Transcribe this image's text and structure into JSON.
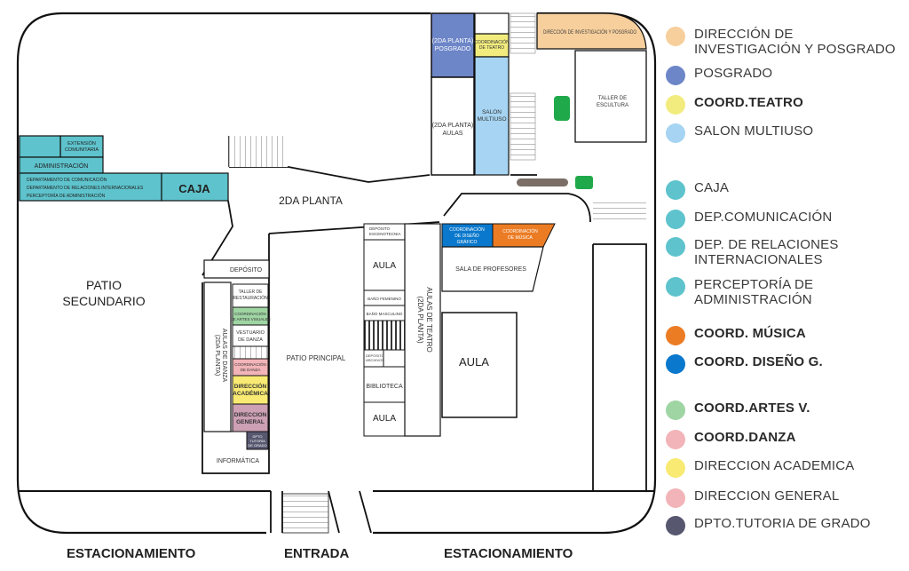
{
  "colors": {
    "investigacion": "#f7cf9c",
    "posgrado": "#6d86c8",
    "teatro": "#f2ec7e",
    "multiuso": "#a6d4f2",
    "teal": "#5ec3cc",
    "musica": "#ec7c24",
    "diseno": "#0a78cc",
    "artes": "#9fd5a3",
    "danza": "#f2b4b8",
    "academica": "#f8ea72",
    "general": "#cda0b4",
    "tutoria": "#575870",
    "green": "#1fa94a",
    "stand": "#7a6e66"
  },
  "map": {
    "direccion_investigacion": "DIRECCIÓN DE INVESTIGACIÓN Y POSGRADO",
    "posgrado_title": "(2DA PLANTA)",
    "posgrado_sub": "POSGRADO",
    "coord_teatro_1": "COORDINACIÓN",
    "coord_teatro_2": "DE TEATRO",
    "salon_1": "SALON",
    "salon_2": "MULTIUSO",
    "aulas_2da_1": "(2DA PLANTA)",
    "aulas_2da_2": "AULAS",
    "taller_escultura_1": "TALLER DE",
    "taller_escultura_2": "ESCULTURA",
    "extension_1": "EXTENSIÓN",
    "extension_2": "COMUNITARIA",
    "administracion": "ADMINISTRACIÓN",
    "depto_comunicacion": "DEPARTAMENTO DE COMUNICACIÓN",
    "depto_relaciones": "DEPARTAMENTO DE RELACIONES INTERNACIONALES",
    "perceptoria": "PERCEPTORÍA DE ADMINISTRACIÓN",
    "caja": "CAJA",
    "segunda_planta": "2DA PLANTA",
    "patio_secundario_1": "PATIO",
    "patio_secundario_2": "SECUNDARIO",
    "deposito": "DEPÓSITO",
    "taller_restauracion_1": "TALLER DE",
    "taller_restauracion_2": "RESTAURACIÓN",
    "coord_artes_1": "COORDINACIÓN",
    "coord_artes_2": "DE ARTES VISUALES",
    "vestuario_1": "VESTUARIO",
    "vestuario_2": "DE DANZA",
    "coord_danza_1": "COORDINACIÓN",
    "coord_danza_2": "DE DANZA",
    "direccion_academica_1": "DIRECCIÓN",
    "direccion_academica_2": "ACADÉMICA",
    "direccion_general_1": "DIRECCION",
    "direccion_general_2": "GENERAL",
    "tutoria_1": "DPTO",
    "tutoria_2": "TUTORÍA",
    "tutoria_3": "DE GRADO",
    "informatica": "INFORMÁTICA",
    "aulas_danza_1": "(2DA PLANTA)",
    "aulas_danza_2": "AULAS DE DANZA",
    "patio_principal": "PATIO PRINCIPAL",
    "deposito_escenotecnia_1": "DEPÓSITO",
    "deposito_escenotecnia_2": "ESCENOTECNIA",
    "aula": "AULA",
    "bano_femenino": "BAÑO FEMENINO",
    "bano_masculino": "BAÑO MASCULINO",
    "deposito_archivos_1": "DEPÓSITO",
    "deposito_archivos_2": "ARCHIVOS",
    "biblioteca": "BIBLIOTECA",
    "aulas_teatro_1": "(2DA PLANTA)",
    "aulas_teatro_2": "AULAS DE TEATRO",
    "coord_diseno_1": "COORDINACIÓN",
    "coord_diseno_2": "DE DISEÑO",
    "coord_diseno_3": "GRÁFICO",
    "coord_musica_1": "COORDINACIÓN",
    "coord_musica_2": "DE MÚSICA",
    "sala_profesores": "SALA DE PROFESORES"
  },
  "bottom": {
    "estacionamiento_left": "ESTACIONAMIENTO",
    "entrada": "ENTRADA",
    "estacionamiento_right": "ESTACIONAMIENTO"
  },
  "legend": [
    {
      "label": "DIRECCIÓN DE INVESTIGACIÓN Y POSGRADO",
      "color": "#f7cf9c",
      "bold": false
    },
    {
      "label": "POSGRADO",
      "color": "#6d86c8",
      "bold": false
    },
    {
      "label": "COORD.TEATRO",
      "color": "#f2ec7e",
      "bold": true
    },
    {
      "label": "SALON MULTIUSO",
      "color": "#a6d4f2",
      "bold": false
    },
    {
      "label": "CAJA",
      "color": "#5ec3cc",
      "bold": false
    },
    {
      "label": "DEP.COMUNICACIÓN",
      "color": "#5ec3cc",
      "bold": false
    },
    {
      "label": "DEP. DE RELACIONES INTERNACIONALES",
      "color": "#5ec3cc",
      "bold": false
    },
    {
      "label": "PERCEPTORÍA DE ADMINISTRACIÓN",
      "color": "#5ec3cc",
      "bold": false
    },
    {
      "label": "COORD. MÚSICA",
      "color": "#ec7c24",
      "bold": true
    },
    {
      "label": "COORD. DISEÑO G.",
      "color": "#0a78cc",
      "bold": true
    },
    {
      "label": "COORD.ARTES V.",
      "color": "#9fd5a3",
      "bold": true
    },
    {
      "label": "COORD.DANZA",
      "color": "#f2b4b8",
      "bold": true
    },
    {
      "label": "DIRECCION ACADEMICA",
      "color": "#f8ea72",
      "bold": false
    },
    {
      "label": "DIRECCION GENERAL",
      "color": "#f2b4b8",
      "bold": false
    },
    {
      "label": "DPTO.TUTORIA DE GRADO",
      "color": "#575870",
      "bold": false
    }
  ]
}
